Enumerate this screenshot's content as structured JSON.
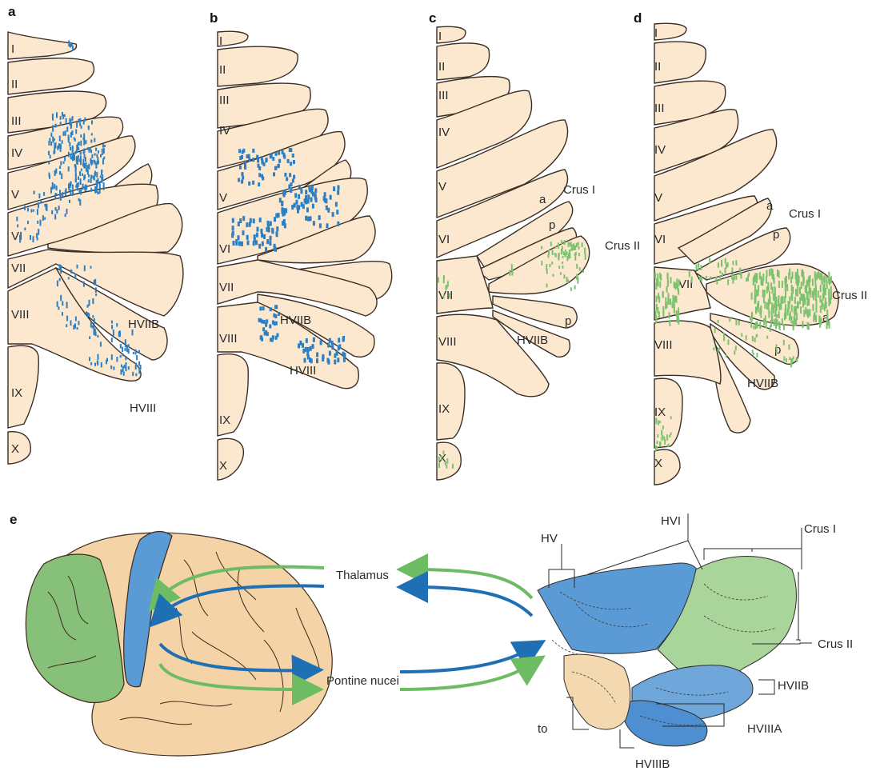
{
  "panels": {
    "a": {
      "letter": "a",
      "lobules": [
        "I",
        "II",
        "III",
        "IV",
        "V",
        "VI",
        "VII",
        "VIII",
        "IX",
        "X"
      ],
      "hemisphere_labels": [
        "HVIIB",
        "HVIII"
      ]
    },
    "b": {
      "letter": "b",
      "lobules": [
        "I",
        "II",
        "III",
        "IV",
        "V",
        "VI",
        "VII",
        "VIII",
        "IX",
        "X"
      ],
      "hemisphere_labels": [
        "HVIIB",
        "HVIII"
      ]
    },
    "c": {
      "letter": "c",
      "lobules": [
        "I",
        "II",
        "III",
        "IV",
        "V",
        "VI",
        "VII",
        "VIII",
        "IX",
        "X"
      ],
      "crus1": "Crus I",
      "crus2": "Crus II",
      "a": "a",
      "p1": "p",
      "p2": "p",
      "hviib": "HVIIB"
    },
    "d": {
      "letter": "d",
      "lobules": [
        "I",
        "II",
        "III",
        "IV",
        "V",
        "VI",
        "VII",
        "VIII",
        "IX",
        "X"
      ],
      "crus1": "Crus I",
      "crus2": "Crus II",
      "a1": "a",
      "p1": "p",
      "a2": "a",
      "p2": "p",
      "hviib": "HVIIB"
    },
    "e": {
      "letter": "e",
      "thalamus": "Thalamus",
      "pontine": "Pontine nucei",
      "cerebellum_labels": {
        "hv": "HV",
        "hvi": "HVI",
        "crus1": "Crus I",
        "crus2": "Crus II",
        "hviib": "HVIIB",
        "hviiia": "HVIIIA",
        "hviiib": "HVIIIB",
        "to": "to"
      }
    }
  },
  "colors": {
    "tissue": "#fbe8cf",
    "motor_blue": "#2b7fc4",
    "prefrontal_green": "#7cc26e",
    "outline": "#3a2e25"
  }
}
